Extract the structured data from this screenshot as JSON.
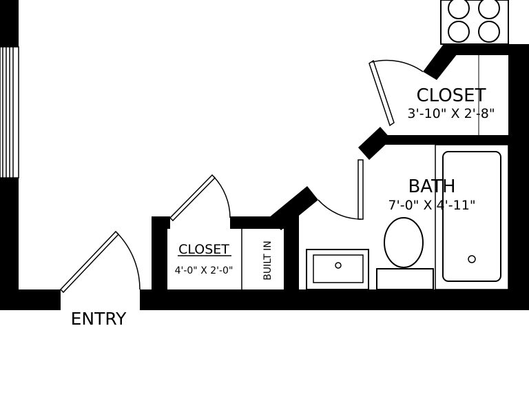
{
  "rooms": {
    "closet_upper": {
      "name": "CLOSET",
      "dims": "3'-10\" X 2'-8\""
    },
    "bath": {
      "name": "BATH",
      "dims": "7'-0\" X 4'-11\""
    },
    "closet_lower": {
      "name": "CLOSET",
      "dims": "4'-0\" X 2'-0\""
    },
    "built_in": {
      "name": "BUILT IN"
    },
    "entry": {
      "name": "ENTRY"
    }
  },
  "colors": {
    "wall": "#000000",
    "background": "#ffffff"
  }
}
